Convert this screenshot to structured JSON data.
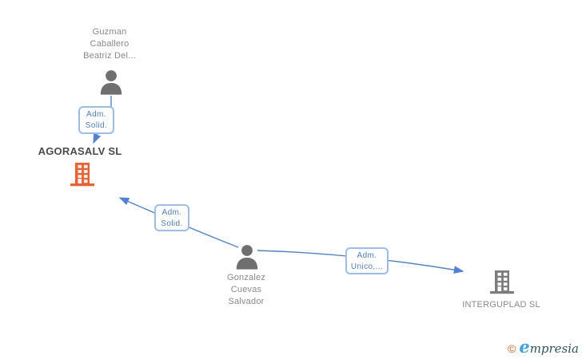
{
  "diagram": {
    "background_color": "#ffffff",
    "edge_color": "#4d82d8",
    "label_box_style": {
      "border_color": "#9bbcee",
      "text_color": "#4c7fc4"
    },
    "nodes": {
      "person1": {
        "type": "person",
        "icon": "person-icon",
        "icon_color": "#6f6f6f",
        "label_lines": [
          "Guzman",
          "Caballero",
          "Beatriz Del..."
        ]
      },
      "person2": {
        "type": "person",
        "icon": "person-icon",
        "icon_color": "#6f6f6f",
        "label_lines": [
          "Gonzalez",
          "Cuevas",
          "Salvador"
        ]
      },
      "company1": {
        "type": "company",
        "icon": "building-icon",
        "icon_color": "#fb5d2e",
        "highlighted": true,
        "label": "AGORASALV SL"
      },
      "company2": {
        "type": "company",
        "icon": "building-icon",
        "icon_color": "#7d7d7d",
        "highlighted": false,
        "label": "INTERGUPLAD SL"
      }
    },
    "edges": [
      {
        "from": "Guzman Caballero Beatriz Del...",
        "to": "AGORASALV SL",
        "label_lines": [
          "Adm.",
          "Solid."
        ]
      },
      {
        "from": "Gonzalez Cuevas Salvador",
        "to": "AGORASALV SL",
        "label_lines": [
          "Adm.",
          "Solid."
        ]
      },
      {
        "from": "Gonzalez Cuevas Salvador",
        "to": "INTERGUPLAD SL",
        "label_lines": [
          "Adm.",
          "Unico,..."
        ]
      }
    ],
    "watermark": {
      "copyright_symbol": "©",
      "brand_first_letter": "e",
      "brand_rest": "mpresia"
    }
  }
}
